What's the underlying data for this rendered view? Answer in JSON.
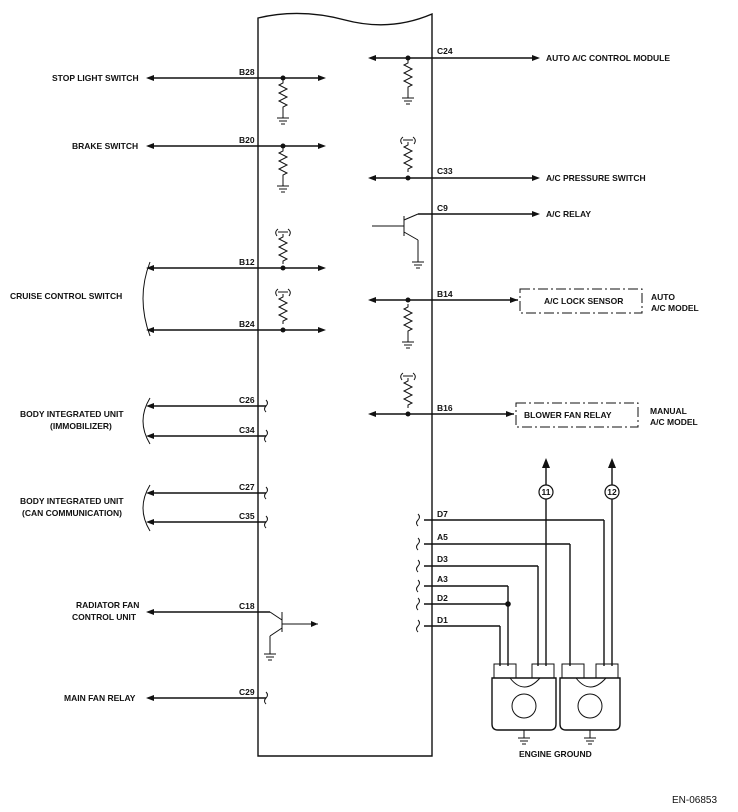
{
  "figure_id": "EN-06853",
  "left_labels": {
    "stop_light_switch": "STOP LIGHT SWITCH",
    "brake_switch": "BRAKE SWITCH",
    "cruise_control_switch": "CRUISE CONTROL SWITCH",
    "body_integrated_immobilizer_1": "BODY INTEGRATED UNIT",
    "body_integrated_immobilizer_2": "(IMMOBILIZER)",
    "body_integrated_can_1": "BODY INTEGRATED UNIT",
    "body_integrated_can_2": "(CAN COMMUNICATION)",
    "radiator_fan_1": "RADIATOR FAN",
    "radiator_fan_2": "CONTROL UNIT",
    "main_fan_relay": "MAIN FAN RELAY"
  },
  "right_labels": {
    "auto_ac_control_module": "AUTO A/C CONTROL MODULE",
    "ac_pressure_switch": "A/C PRESSURE SWITCH",
    "ac_relay": "A/C RELAY",
    "ac_lock_sensor": "A/C LOCK SENSOR",
    "auto_ac_model_1": "AUTO",
    "auto_ac_model_2": "A/C MODEL",
    "blower_fan_relay": "BLOWER FAN RELAY",
    "manual_ac_model_1": "MANUAL",
    "manual_ac_model_2": "A/C MODEL",
    "engine_ground": "ENGINE GROUND"
  },
  "pins": {
    "b28": "B28",
    "b20": "B20",
    "b12": "B12",
    "b24": "B24",
    "c26": "C26",
    "c34": "C34",
    "c27": "C27",
    "c35": "C35",
    "c18": "C18",
    "c29": "C29",
    "c24": "C24",
    "c33": "C33",
    "c9": "C9",
    "b14": "B14",
    "b16": "B16",
    "d7": "D7",
    "a5": "A5",
    "d3": "D3",
    "a3": "A3",
    "d2": "D2",
    "d1": "D1"
  },
  "refs": {
    "ref11": "11",
    "ref12": "12"
  }
}
